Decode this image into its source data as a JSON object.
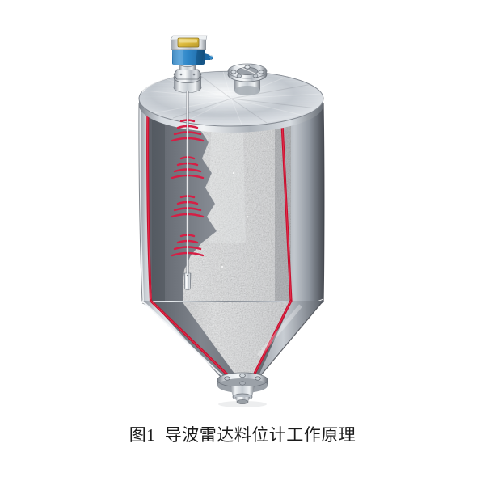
{
  "figure": {
    "caption": "图1  导波雷达料位计工作原理",
    "caption_label": "图1",
    "caption_title": "导波雷达料位计工作原理",
    "alt": "导波雷达料位计安装在料仓顶部，探杆伸入仓内，红色脉冲波沿探杆向下传播至颗粒物料表面"
  },
  "scene": {
    "background_color": "#ffffff",
    "parts": {
      "tank_label": "料仓（筒体+锥斗）",
      "lid_label": "仓顶封板",
      "transmitter_label": "导波雷达变送器",
      "display_label": "显示窗",
      "process_connection_label": "过程连接螺纹接头",
      "nozzle_label": "仓顶法兰接管",
      "probe_label": "导波探杆（缆式）",
      "probe_weight_label": "探杆重锤",
      "material_label": "仓内颗粒物料",
      "material_surface_label": "料位表面",
      "cone_label": "锥形出料斗",
      "outlet_flange_label": "出料口法兰",
      "cut_edge_label": "剖切边缘线",
      "waves_label": "导波雷达脉冲信号"
    },
    "colors": {
      "steel_light": "#e9ecef",
      "steel_mid": "#b9bfc6",
      "steel_dark": "#6f757d",
      "interior_dark": "#4d5158",
      "interior_mid": "#7d828a",
      "cut_edge_red": "#c8102e",
      "wave_red": "#d51f45",
      "transmitter_blue": "#2f87c8",
      "transmitter_cap": "#c2c7cc",
      "display_amber": "#e3c24a",
      "granule_light": "#d8dadc",
      "granule_dark": "#9a9da1",
      "caption_text": "#1b1b1b"
    },
    "wave_groups": 4,
    "arcs_per_group": 4,
    "bolts_top_nozzle": 6,
    "bolts_outlet_flange": 4
  }
}
